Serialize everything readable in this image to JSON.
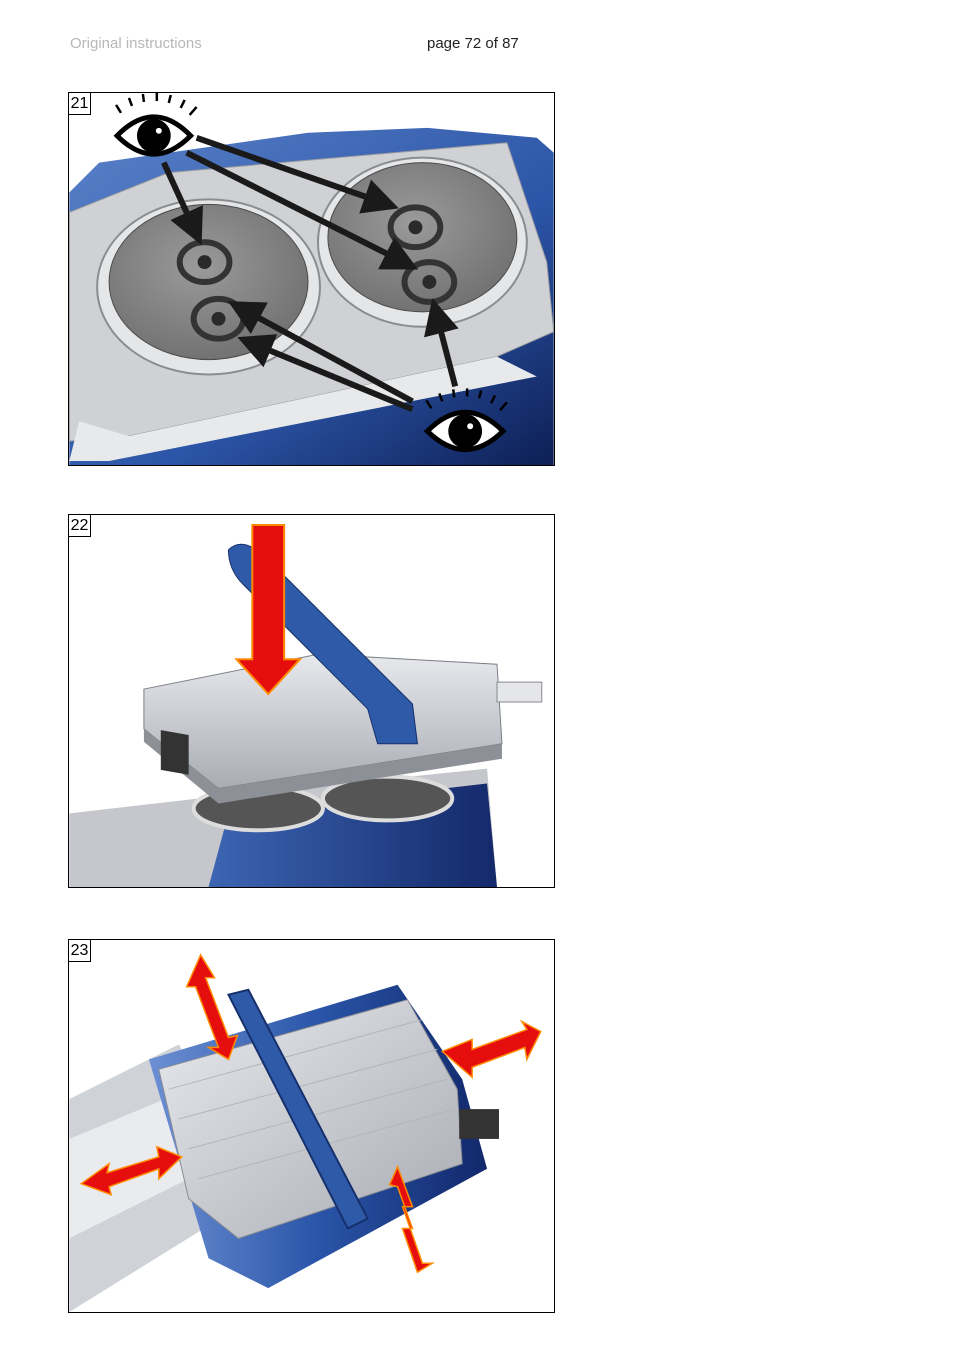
{
  "header": {
    "left_text": "Original instructions",
    "page_text": "page 72 of 87"
  },
  "figures": [
    {
      "number": "21",
      "icon": "eye-icon"
    },
    {
      "number": "22",
      "icon": "red-down-arrow"
    },
    {
      "number": "23",
      "icon": "red-double-arrow"
    }
  ],
  "colors": {
    "housing_blue": "#2a4f9c",
    "arrow_red": "#e60d0d",
    "metal_grey": "#c9cbcf"
  }
}
